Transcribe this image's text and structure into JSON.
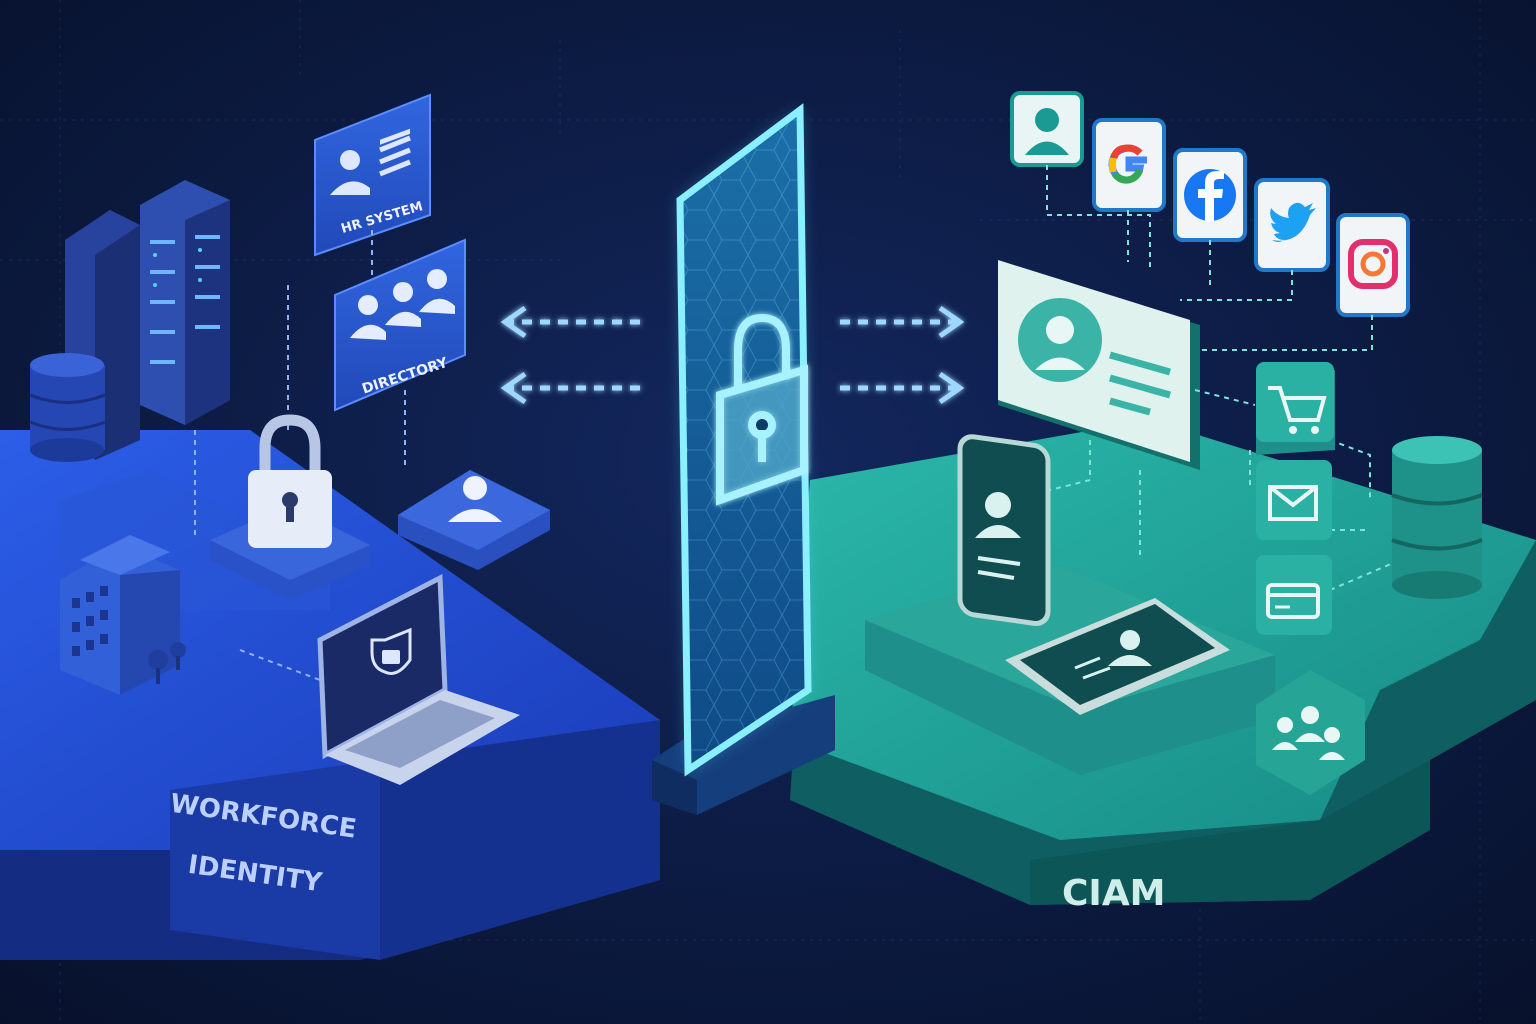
{
  "labels": {
    "hr_system": "HR SYSTEM",
    "directory": "DIRECTORY",
    "workforce_line1": "WORKFORCE",
    "workforce_line2": "IDENTITY",
    "ciam": "CIAM"
  },
  "icons": {
    "left_platform": [
      "server-rack-icon",
      "database-icon",
      "padlock-icon",
      "user-tile-icon",
      "office-building-icon",
      "laptop-shield-icon"
    ],
    "left_cards": [
      "hr-system-card-icon",
      "directory-group-icon"
    ],
    "gateway": [
      "security-gateway-icon",
      "padlock-icon"
    ],
    "flows": [
      "arrow-left-icon",
      "arrow-left-icon",
      "arrow-right-icon",
      "arrow-right-icon"
    ],
    "social": [
      "user-login-icon",
      "google-icon",
      "facebook-icon",
      "twitter-icon",
      "instagram-icon"
    ],
    "right_platform": [
      "profile-card-icon",
      "smartphone-user-icon",
      "tablet-user-icon",
      "shopping-cart-icon",
      "mail-icon",
      "credit-card-icon",
      "database-icon",
      "customer-group-icon"
    ]
  },
  "colors": {
    "background": "#0a1636",
    "workforce_blue": "#1f46c8",
    "ciam_teal": "#1a9a92",
    "gateway_cyan": "#5fe6ff",
    "google_blue": "#4285F4",
    "google_red": "#EA4335",
    "google_yellow": "#FBBC05",
    "google_green": "#34A853",
    "facebook_blue": "#1877F2",
    "twitter_blue": "#1DA1F2",
    "instagram_pink": "#E1306C"
  }
}
